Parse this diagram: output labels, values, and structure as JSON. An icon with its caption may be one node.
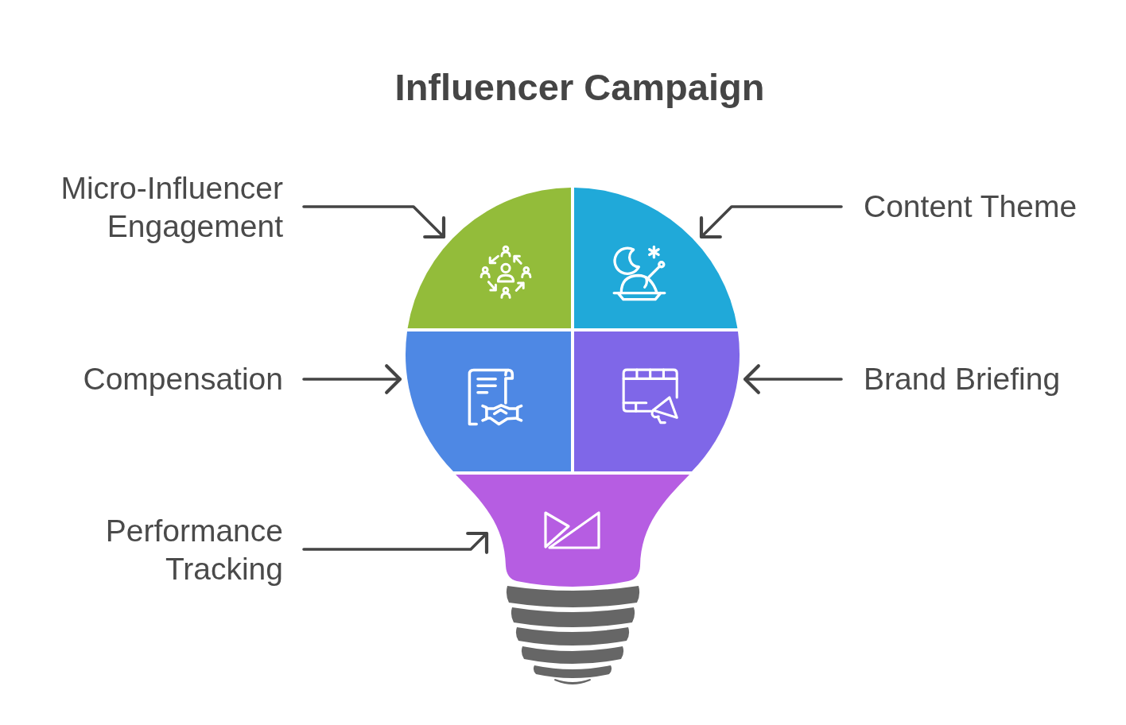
{
  "diagram": {
    "title": "Influencer Campaign",
    "nodes": [
      {
        "text": [
          "Micro-Influencer Engagement"
        ]
      },
      {
        "text": [],
        "shape": "segment"
      },
      {
        "text": [],
        "shape": "segment"
      },
      {
        "text": [
          "Content Theme"
        ]
      },
      {
        "text": [
          "Compensation"
        ]
      },
      {
        "text": [],
        "shape": "segment"
      },
      {
        "text": [],
        "shape": "segment"
      },
      {
        "text": [
          "Brand Briefing"
        ]
      },
      {
        "text": [
          "Performance Tracking"
        ]
      },
      {
        "text": [],
        "shape": "segment"
      }
    ],
    "edges": [
      {
        "from": 0,
        "to": 1,
        "arrow": "to"
      },
      {
        "from": 3,
        "to": 2,
        "arrow": "to"
      },
      {
        "from": 4,
        "to": 5,
        "arrow": "to"
      },
      {
        "from": 7,
        "to": 6,
        "arrow": "to"
      },
      {
        "from": 8,
        "to": 9,
        "arrow": "to"
      }
    ]
  }
}
